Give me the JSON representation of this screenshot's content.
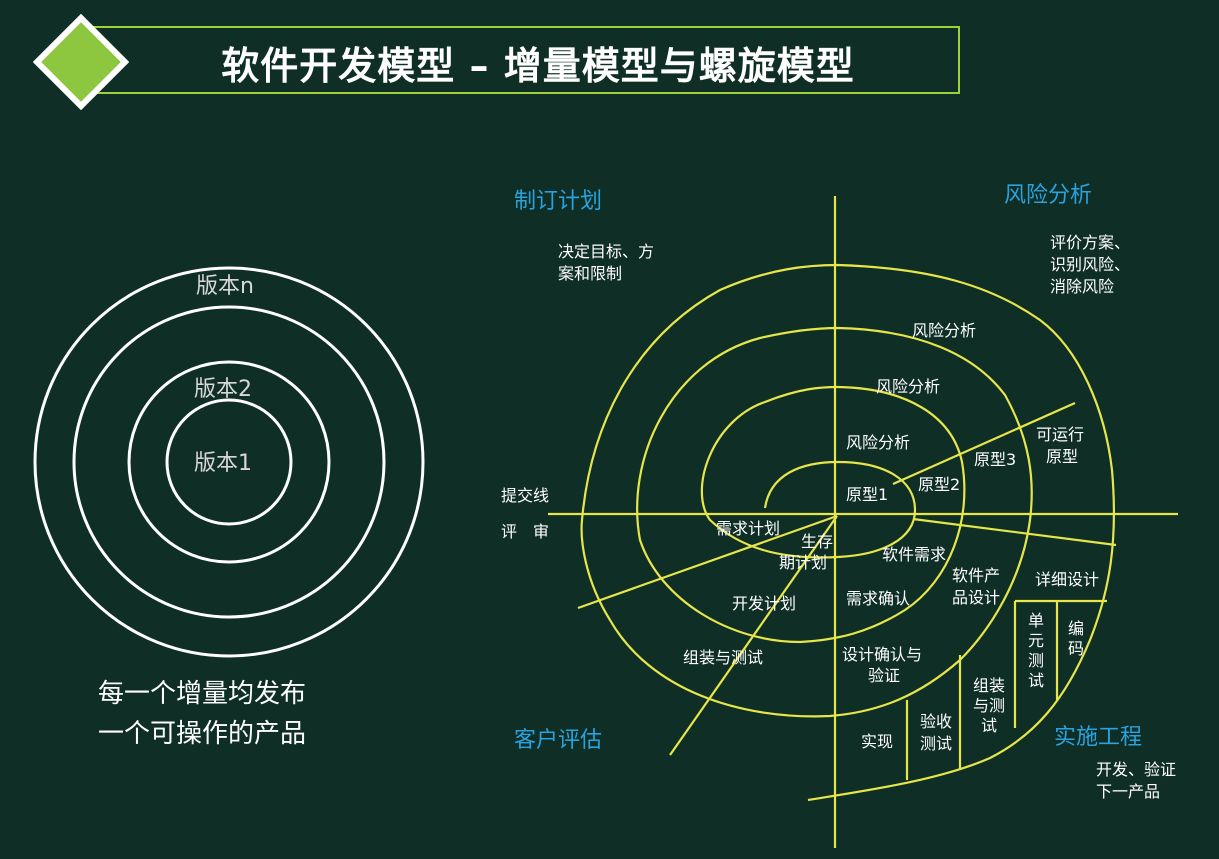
{
  "title": "软件开发模型 – 增量模型与螺旋模型",
  "colors": {
    "accent_green": "#8dc63f",
    "spiral_yellow": "#e6e64a",
    "quadrant_blue": "#29a3e0"
  },
  "incremental": {
    "versions": [
      "版本n",
      "版本2",
      "版本1"
    ],
    "caption_line1": "每一个增量均发布",
    "caption_line2": "一个可操作的产品"
  },
  "spiral": {
    "quadrants": {
      "plan": "制订计划",
      "risk": "风险分析",
      "customer": "客户评估",
      "engineering": "实施工程"
    },
    "descriptions": {
      "plan_line1": "决定目标、方",
      "plan_line2": "案和限制",
      "risk_line1": "评价方案、",
      "risk_line2": "识别风险、",
      "risk_line3": "消除风险",
      "eng_line1": "开发、验证",
      "eng_line2": "下一产品"
    },
    "labels": {
      "risk_analysis_1": "风险分析",
      "risk_analysis_2": "风险分析",
      "risk_analysis_3": "风险分析",
      "prototype_1": "原型1",
      "prototype_2": "原型2",
      "prototype_3": "原型3",
      "runnable_line1": "可运行",
      "runnable_line2": "原型",
      "commit_line": "提交线",
      "review": "评　审",
      "req_plan": "需求计划",
      "lifecycle_line1": "生存",
      "lifecycle_line2": "期计划",
      "software_req": "软件需求",
      "product_design_line1": "软件产",
      "product_design_line2": "品设计",
      "detailed_design": "详细设计",
      "req_confirm": "需求确认",
      "dev_plan": "开发计划",
      "assembly_test": "组装与测试",
      "design_verify_line1": "设计确认与",
      "design_verify_line2": "验证",
      "unit_test": "单元测试",
      "coding": "编码",
      "assembly_and_test_v": "组装与测试",
      "acceptance_line1": "验收",
      "acceptance_line2": "测试",
      "implementation": "实现"
    }
  }
}
